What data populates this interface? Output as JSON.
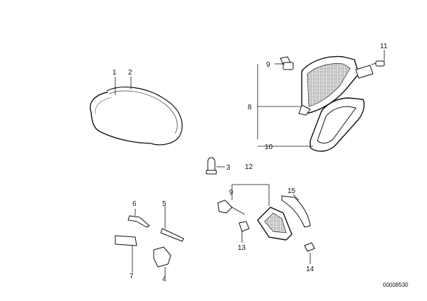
{
  "callouts": [
    "1",
    "2",
    "3",
    "4",
    "5",
    "6",
    "7",
    "8",
    "9",
    "10",
    "11",
    "12",
    "13",
    "14",
    "15"
  ],
  "reference_code": "00008530",
  "colors": {
    "ink": "#111111",
    "paper": "#ffffff",
    "lens_shade": "#9a9a9a"
  }
}
